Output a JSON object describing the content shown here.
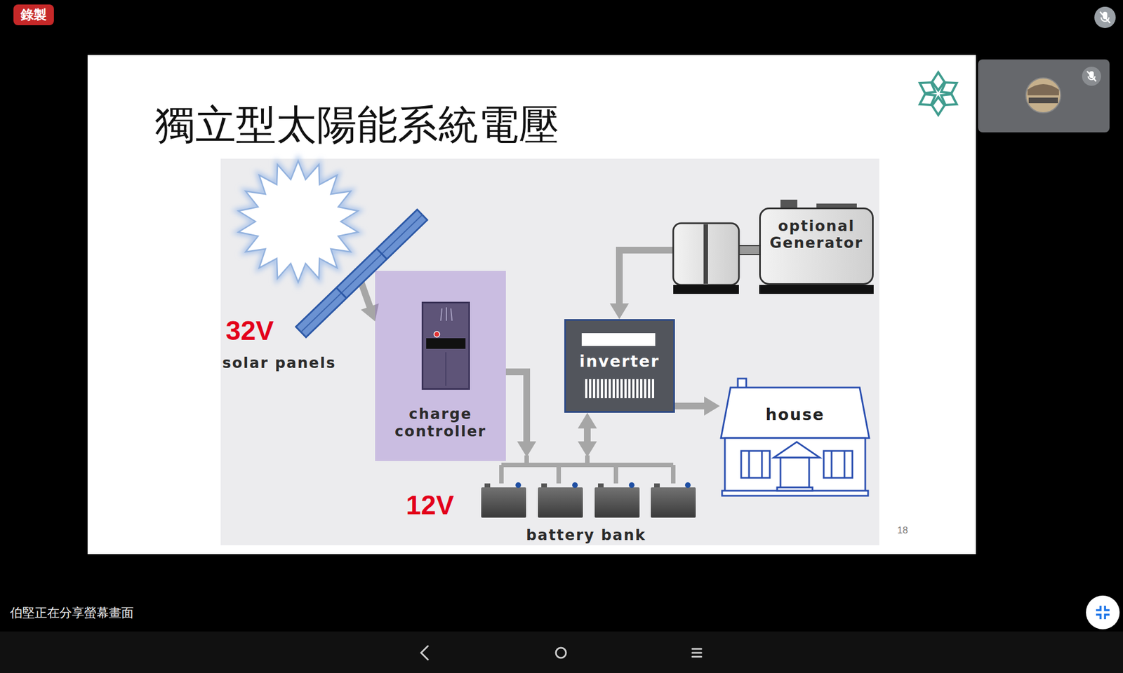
{
  "diagram": {
    "title": "獨立型太陽能系統電壓",
    "nodes": [
      {
        "text": [
          "錄製"
        ]
      },
      {
        "text": [
          "32V",
          "solar panels"
        ]
      },
      {
        "text": [
          "charge controller"
        ]
      },
      {
        "text": [
          "optional Generator"
        ]
      },
      {
        "text": [
          "inverter"
        ]
      },
      {
        "text": [
          "house"
        ]
      },
      {
        "text": [
          "12V",
          "battery bank"
        ]
      }
    ],
    "edges": [
      {
        "from": 1,
        "to": 2,
        "arrow": "to"
      },
      {
        "from": 2,
        "to": 6,
        "arrow": "to"
      },
      {
        "from": 3,
        "to": 4,
        "arrow": "to"
      },
      {
        "from": 4,
        "to": 6,
        "arrow": "both"
      },
      {
        "from": 4,
        "to": 5,
        "arrow": "to"
      }
    ],
    "labels": [
      "18",
      "伯堅正在分享螢幕畫面"
    ]
  }
}
